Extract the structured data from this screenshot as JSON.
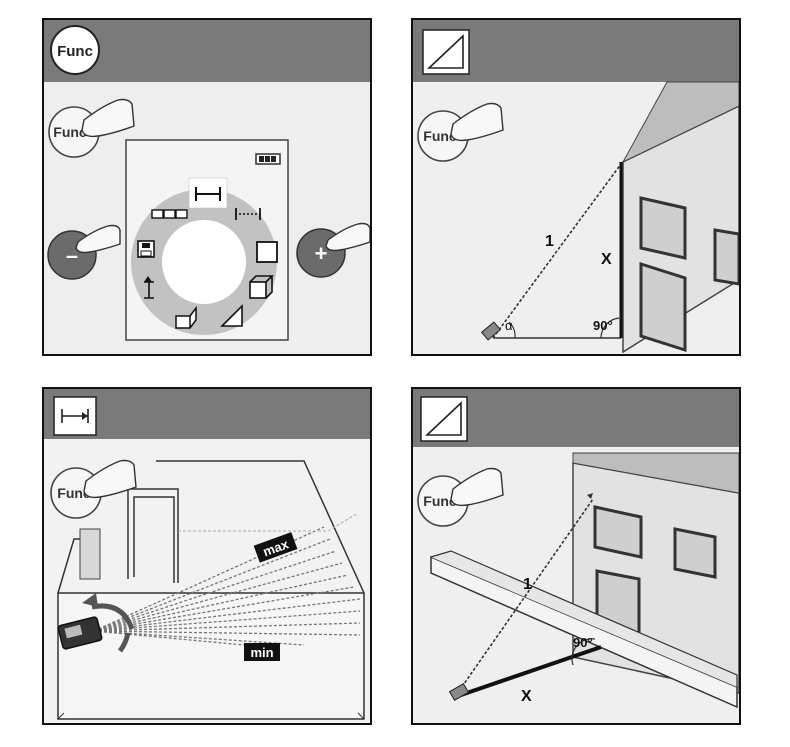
{
  "panels": [
    {
      "func_header": "Func",
      "func_button": "Func",
      "minus_symbol": "–",
      "plus_symbol": "+",
      "mode_icons": [
        "length-icon",
        "distance-with-reference-icon",
        "area-icon",
        "volume-icon",
        "single-pythagoras-icon",
        "wall-area-icon",
        "stakeout-icon",
        "memory-icon",
        "triple-measure-icon",
        "battery-icon"
      ]
    },
    {
      "header_icon": "single-pythagoras-icon",
      "func_button": "Func",
      "label_hypotenuse": "1",
      "label_x": "X",
      "label_right_angle": "90°",
      "label_alpha": "α"
    },
    {
      "header_icon": "continuous-measure-icon",
      "func_button": "Func",
      "label_max": "max",
      "label_min": "min"
    },
    {
      "header_icon": "indirect-length-icon",
      "func_button": "Func",
      "label_hypotenuse": "1",
      "label_x": "X",
      "label_right_angle": "90°"
    }
  ]
}
